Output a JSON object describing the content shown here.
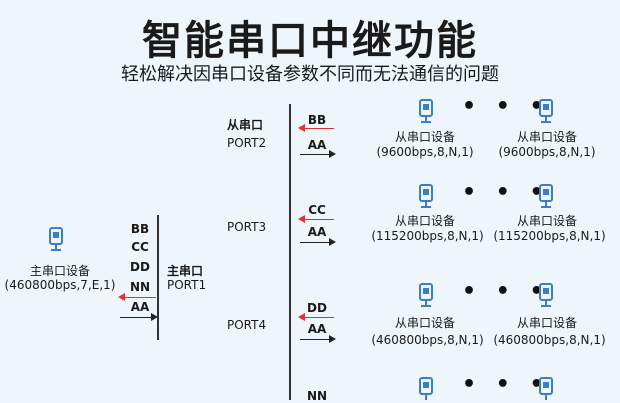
{
  "title": "智能串口中继功能",
  "subtitle": "轻松解决因串口设备参数不同而无法通信的问题",
  "master": {
    "name": "主串口设备",
    "params": "(460800bps,7,E,1)",
    "signals": [
      "BB",
      "CC",
      "DD",
      "NN",
      "AA"
    ],
    "port_name": "主串口",
    "port_id": "PORT1"
  },
  "ports": [
    {
      "header": "从串口",
      "name": "PORT2",
      "rx": "BB",
      "tx": "AA",
      "dev1": {
        "name": "从串口设备",
        "params": "(9600bps,8,N,1)"
      },
      "dev2": {
        "name": "从串口设备",
        "params": "(9600bps,8,N,1)"
      }
    },
    {
      "header": "",
      "name": "PORT3",
      "rx": "CC",
      "tx": "AA",
      "dev1": {
        "name": "从串口设备",
        "params": "(115200bps,8,N,1)"
      },
      "dev2": {
        "name": "从串口设备",
        "params": "(115200bps,8,N,1)"
      }
    },
    {
      "header": "",
      "name": "PORT4",
      "rx": "DD",
      "tx": "AA",
      "dev1": {
        "name": "从串口设备",
        "params": "(460800bps,8,N,1)"
      },
      "dev2": {
        "name": "从串口设备",
        "params": "(460800bps,8,N,1)"
      }
    },
    {
      "header": "",
      "name": "",
      "rx": "NN",
      "tx": "",
      "dev1": {
        "name": "",
        "params": ""
      },
      "dev2": {
        "name": "",
        "params": ""
      }
    }
  ],
  "ellipsis": "• • •",
  "colors": {
    "background": "#eef5fb",
    "accent_red": "#d33333",
    "icon_blue": "#3a7fc4"
  }
}
